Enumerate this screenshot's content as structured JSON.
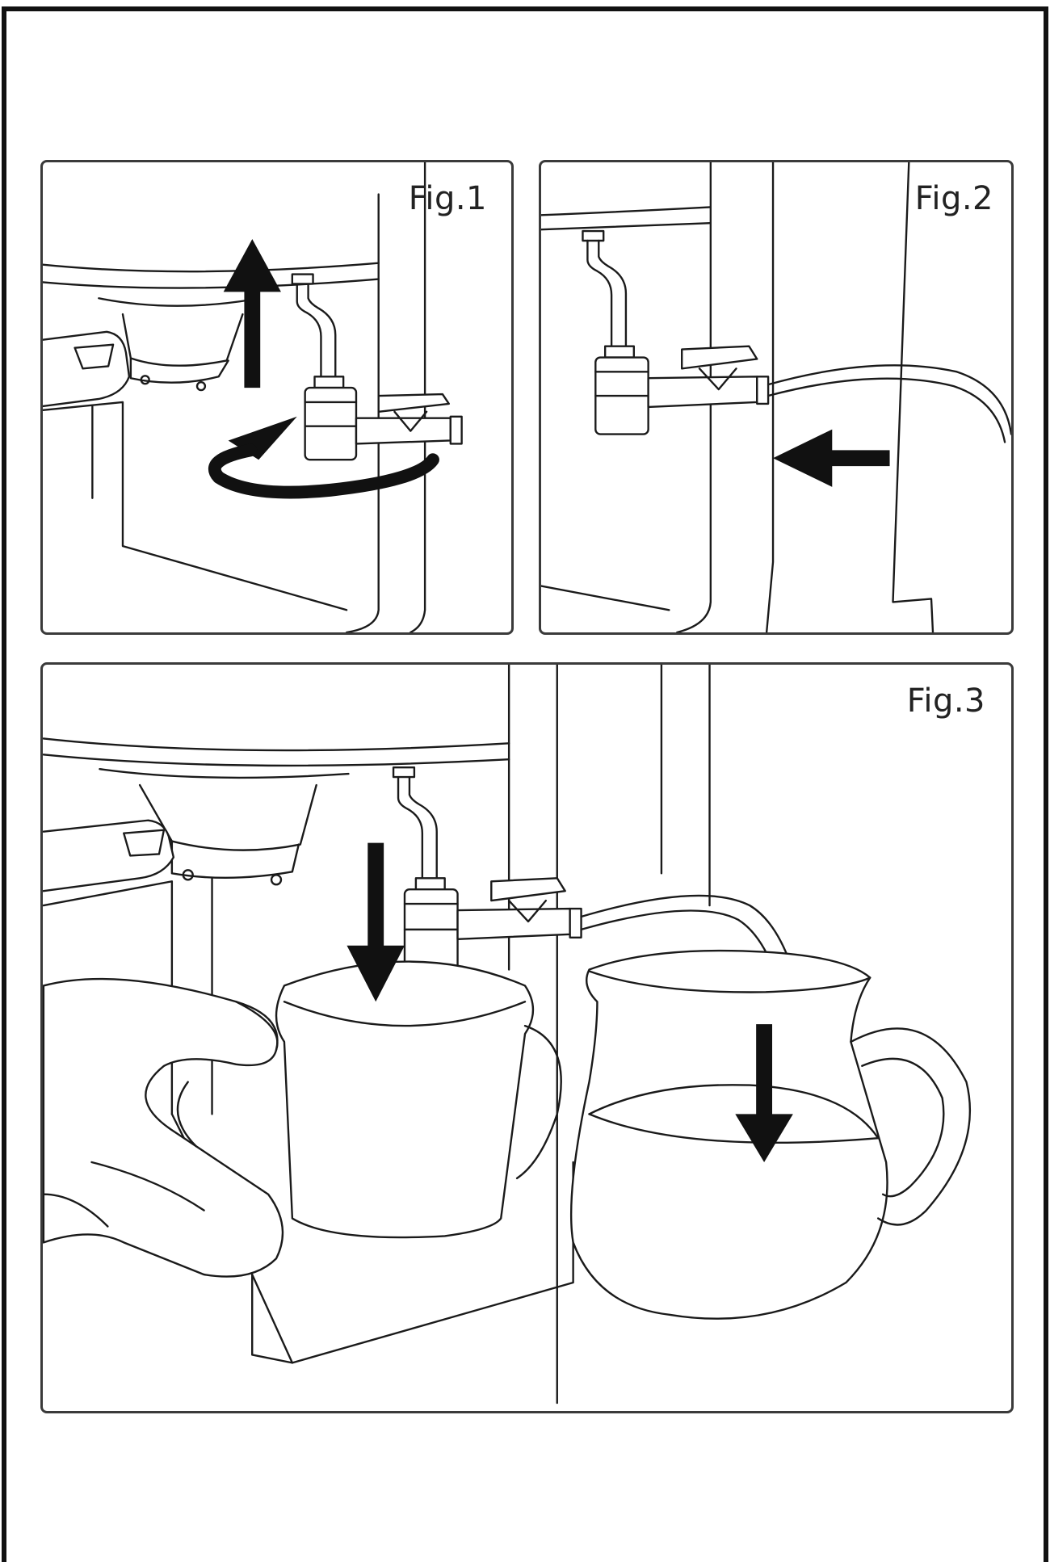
{
  "figures": {
    "fig1": {
      "label": "Fig.1"
    },
    "fig2": {
      "label": "Fig.2"
    },
    "fig3": {
      "label": "Fig.3"
    }
  },
  "colors": {
    "line": "#1a1a1a",
    "arrow": "#111111",
    "background": "#ffffff"
  }
}
